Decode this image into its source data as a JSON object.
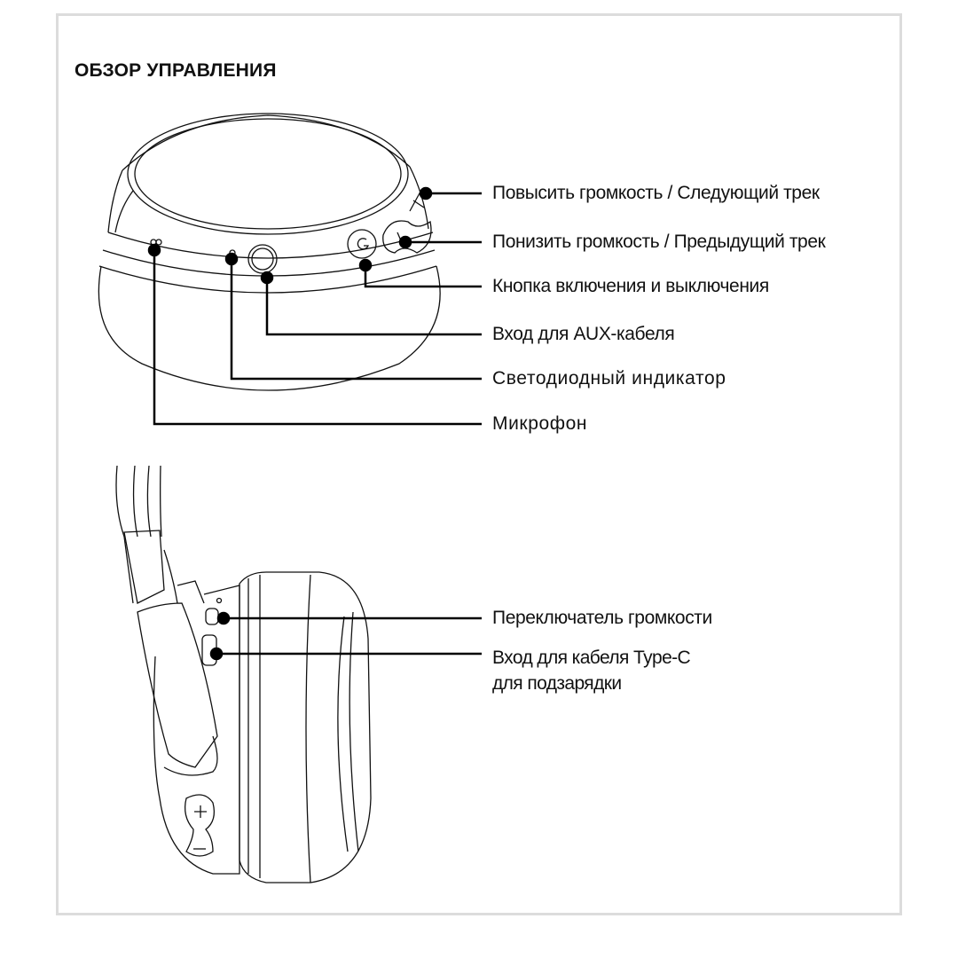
{
  "title": "ОБЗОР УПРАВЛЕНИЯ",
  "top_view": {
    "labels": [
      "Повысить громкость / Следующий трек",
      "Понизить громкость / Предыдущий трек",
      "Кнопка включения и выключения",
      "Вход для AUX-кабеля",
      "Светодиодный индикатор",
      "Микрофон"
    ]
  },
  "side_view": {
    "labels": [
      "Переключатель громкости",
      "Вход для кабеля Type-C",
      "для подзарядки"
    ]
  }
}
